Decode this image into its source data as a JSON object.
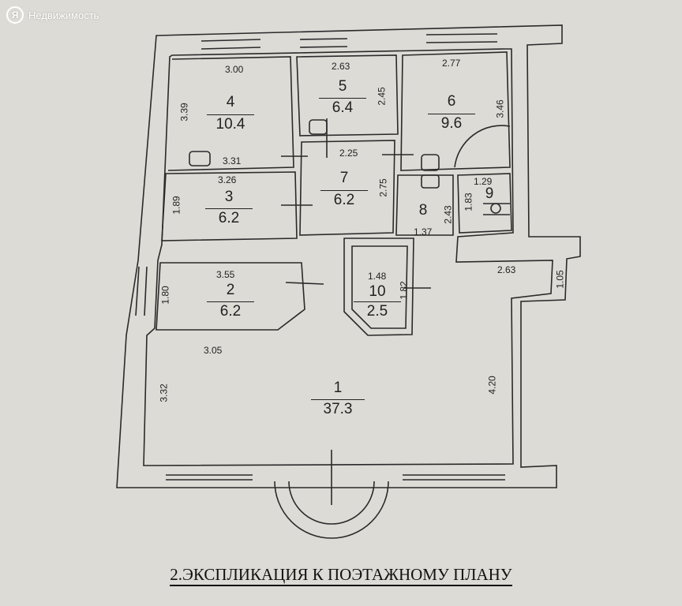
{
  "watermark": {
    "logo_text": "Я",
    "text": "Недвижимость"
  },
  "caption": "2.ЭКСПЛИКАЦИЯ К ПОЭТАЖНОМУ ПЛАНУ",
  "rooms": [
    {
      "number": "1",
      "area": "37.3"
    },
    {
      "number": "2",
      "area": "6.2"
    },
    {
      "number": "3",
      "area": "6.2"
    },
    {
      "number": "4",
      "area": "10.4"
    },
    {
      "number": "5",
      "area": "6.4"
    },
    {
      "number": "6",
      "area": "9.6"
    },
    {
      "number": "7",
      "area": "6.2"
    },
    {
      "number": "8",
      "area": ""
    },
    {
      "number": "9",
      "area": ""
    },
    {
      "number": "10",
      "area": "2.5"
    }
  ],
  "dimensions": {
    "r4_width": "3.00",
    "r4_height": "3.39",
    "r4_bottom": "3.31",
    "r5_width": "2.63",
    "r5_height": "2.45",
    "r6_width": "2.77",
    "r6_height": "3.46",
    "r7_width": "2.25",
    "r7_height": "2.75",
    "r3_width": "3.26",
    "r3_height": "1.89",
    "r9_width": "1.29",
    "r9_height": "1.83",
    "r8_width": "1.37",
    "r8_height": "2.43",
    "r2_width": "3.55",
    "r2_height": "1.80",
    "r10_width": "1.48",
    "r10_height": "1.82",
    "hall_right_width": "2.63",
    "hall_right_height": "1.05",
    "r1_width": "3.05",
    "r1_height": "3.32",
    "r1_right_height": "4.20"
  }
}
